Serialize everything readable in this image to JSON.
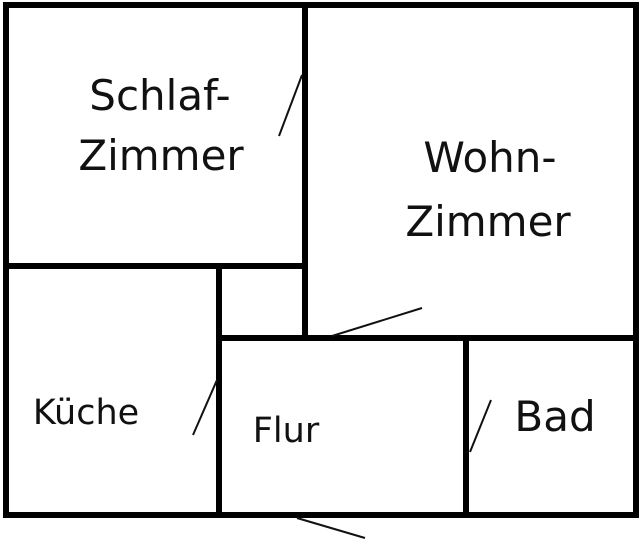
{
  "rooms": {
    "schlafzimmer": {
      "line1": "Schlaf-",
      "line2": "Zimmer"
    },
    "wohnzimmer": {
      "line1": "Wohn-",
      "line2": "Zimmer"
    },
    "kueche": {
      "label": "Küche"
    },
    "flur": {
      "label": "Flur"
    },
    "bad": {
      "label": "Bad"
    }
  },
  "colors": {
    "wall": "#000000",
    "background": "#ffffff"
  }
}
